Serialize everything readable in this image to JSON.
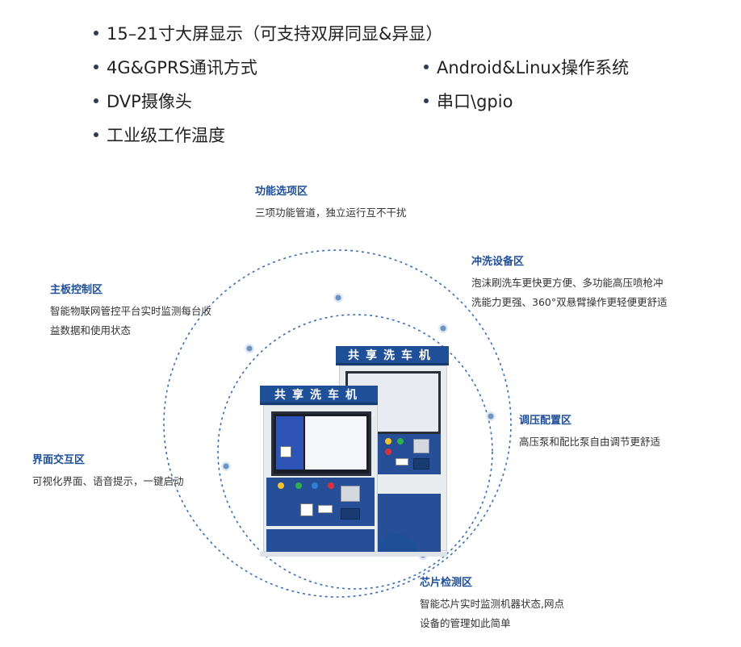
{
  "specs": [
    {
      "text": "15–21寸大屏显示（可支持双屏同显&异显）"
    },
    {
      "text": "4G&GPRS通讯方式"
    },
    {
      "text": "Android&Linux操作系统"
    },
    {
      "text": "DVP摄像头"
    },
    {
      "text": "串口\\gpio"
    },
    {
      "text": "工业级工作温度"
    }
  ],
  "features": {
    "function_select": {
      "title": "功能选项区",
      "lines": [
        "三项功能管道，独立运行互不干扰"
      ]
    },
    "mainboard": {
      "title": "主板控制区",
      "lines": [
        "智能物联网管控平台实时监测每台收",
        "益数据和使用状态"
      ]
    },
    "rinse": {
      "title": "冲洗设备区",
      "lines": [
        "泡沫刷洗车更快更方便、多功能高压喷枪冲",
        "洗能力更强、360°双悬臂操作更轻便更舒适"
      ]
    },
    "pressure": {
      "title": "调压配置区",
      "lines": [
        "高压泵和配比泵自由调节更舒适"
      ]
    },
    "interface": {
      "title": "界面交互区",
      "lines": [
        "可视化界面、语音提示，一键启动"
      ]
    },
    "chip": {
      "title": "芯片检测区",
      "lines": [
        "智能芯片实时监测机器状态,网点",
        "设备的管理如此简单"
      ]
    }
  },
  "kiosk": {
    "front_header": "共享洗车机",
    "back_header": "共享洗车机"
  },
  "colors": {
    "accent": "#1f4f96",
    "orbit": "#3a6fb0",
    "dot": "#6b93c4"
  }
}
